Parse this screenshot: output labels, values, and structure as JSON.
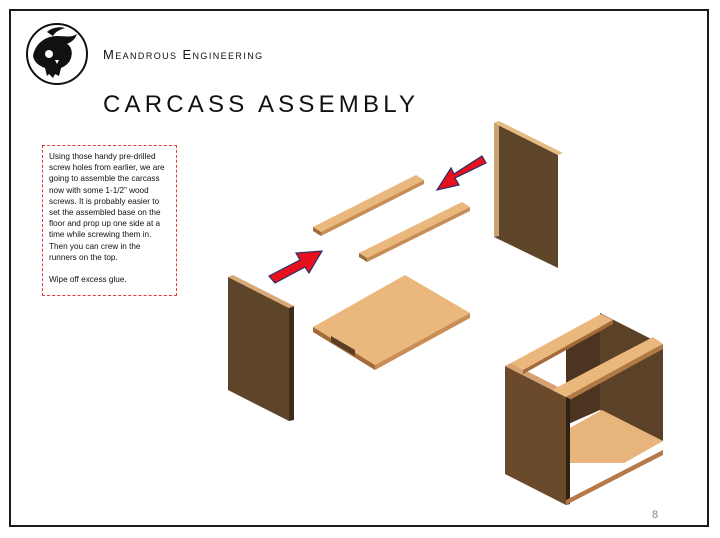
{
  "header": {
    "company": "Meandrous Engineering",
    "title": "CARCASS ASSEMBLY"
  },
  "instructions": {
    "paragraph1": "Using those handy pre-drilled screw holes from earlier, we are going to assemble the carcass now with some 1-1/2” wood screws.  It is probably easier to set the assembled base on the floor and prop up one side at a time while screwing them in.  Then you can crew in the runners on the top.",
    "paragraph2": "Wipe off excess glue."
  },
  "footer": {
    "page_number": "8"
  },
  "colors": {
    "frame": "#1a1a1a",
    "note_border": "#e23b3b",
    "arrow_red": "#e8101a",
    "side_panel": "#5e4428",
    "panel_top": "#eab77c",
    "panel_edge": "#a36a3a"
  },
  "icons": [
    "skull-logo-icon",
    "red-arrow-icon"
  ]
}
